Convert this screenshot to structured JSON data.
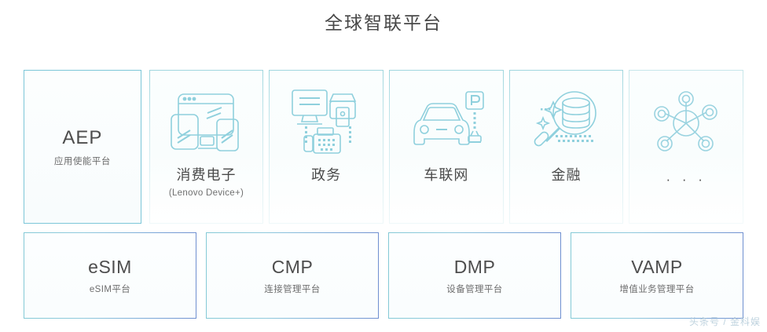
{
  "header": {
    "title": "全球智联平台"
  },
  "top_row": {
    "cards": [
      {
        "id": "aep",
        "title": "AEP",
        "subtitle": "应用使能平台",
        "icon": "",
        "highlighted": true,
        "accent": "#7cc6d8"
      },
      {
        "id": "consumer-electronics",
        "title": "消费电子",
        "subtitle": "(Lenovo Device+)",
        "icon": "devices-icon",
        "highlighted": false,
        "accent": "#9fd6de"
      },
      {
        "id": "government",
        "title": "政务",
        "subtitle": "",
        "icon": "office-equipment-icon",
        "highlighted": false,
        "accent": "#9fd6de"
      },
      {
        "id": "connected-vehicle",
        "title": "车联网",
        "subtitle": "",
        "icon": "car-parking-icon",
        "highlighted": false,
        "accent": "#9fd6de"
      },
      {
        "id": "finance",
        "title": "金融",
        "subtitle": "",
        "icon": "magnifier-database-icon",
        "highlighted": false,
        "accent": "#9fd6de"
      },
      {
        "id": "more",
        "title": "· · ·",
        "subtitle": "",
        "icon": "network-hub-icon",
        "highlighted": false,
        "accent": "#c7e6ea"
      }
    ]
  },
  "bottom_row": {
    "cards": [
      {
        "id": "esim",
        "title": "eSIM",
        "subtitle": "eSIM平台"
      },
      {
        "id": "cmp",
        "title": "CMP",
        "subtitle": "连接管理平台"
      },
      {
        "id": "dmp",
        "title": "DMP",
        "subtitle": "设备管理平台"
      },
      {
        "id": "vamp",
        "title": "VAMP",
        "subtitle": "增值业务管理平台"
      }
    ]
  },
  "watermark": {
    "text": "头条号 / 金科娱"
  },
  "colors": {
    "accent_strong": "#7cc6d8",
    "accent_light": "#cfe9ec",
    "gradient_start": "#84c9d6",
    "gradient_end": "#6f8fd0",
    "text_primary": "#4a4a4a",
    "text_secondary": "#6d6d6d",
    "background": "#ffffff"
  }
}
